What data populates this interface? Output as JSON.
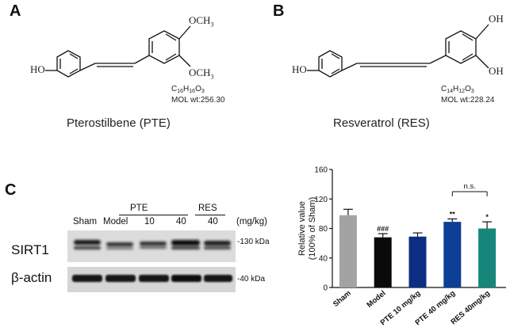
{
  "panels": {
    "a": {
      "letter": "A",
      "name": "Pterostilbene (PTE)",
      "formula_main": "C",
      "formula_parts": [
        "C",
        "16",
        "H",
        "16",
        "O",
        "3"
      ],
      "mol_wt": "MOL wt:256.30",
      "substituents": {
        "oh": "HO",
        "ome_top": "OCH",
        "ome_top_sub": "3",
        "ome_bottom": "OCH",
        "ome_bottom_sub": "3"
      }
    },
    "b": {
      "letter": "B",
      "name": "Resveratrol (RES)",
      "formula_parts": [
        "C",
        "14",
        "H",
        "12",
        "O",
        "3"
      ],
      "mol_wt": "MOL wt:228.24",
      "substituents": {
        "oh_left": "HO",
        "oh_top": "OH",
        "oh_bottom": "OH"
      }
    },
    "c": {
      "letter": "C",
      "blot": {
        "lane_labels": [
          "Sham",
          "Model",
          "10",
          "40",
          "40"
        ],
        "group_labels": [
          "PTE",
          "RES"
        ],
        "unit": "(mg/kg)",
        "rows": [
          {
            "protein": "SIRT1",
            "marker": "-130 kDa"
          },
          {
            "protein": "β-actin",
            "marker": "-40 kDa"
          }
        ]
      }
    }
  },
  "chart_data": {
    "type": "bar",
    "categories": [
      "Sham",
      "Model",
      "PTE 10 mg/kg",
      "PTE 40 mg/kg",
      "RES 40mg/kg"
    ],
    "values": [
      98,
      68,
      69,
      89,
      80
    ],
    "errors": [
      8,
      5,
      5,
      4,
      9
    ],
    "colors": [
      "#a3a3a3",
      "#0a0a0a",
      "#0c2e82",
      "#0c3f95",
      "#16867a"
    ],
    "annotations": [
      "",
      "###",
      "",
      "**",
      "*"
    ],
    "comparison": {
      "label": "n.s.",
      "from": 3,
      "to": 4
    },
    "ylabel_line1": "Relative value",
    "ylabel_line2": "(100% of Sham)",
    "ylim": [
      0,
      160
    ],
    "yticks": [
      0,
      40,
      80,
      120,
      160
    ],
    "grid": false
  }
}
